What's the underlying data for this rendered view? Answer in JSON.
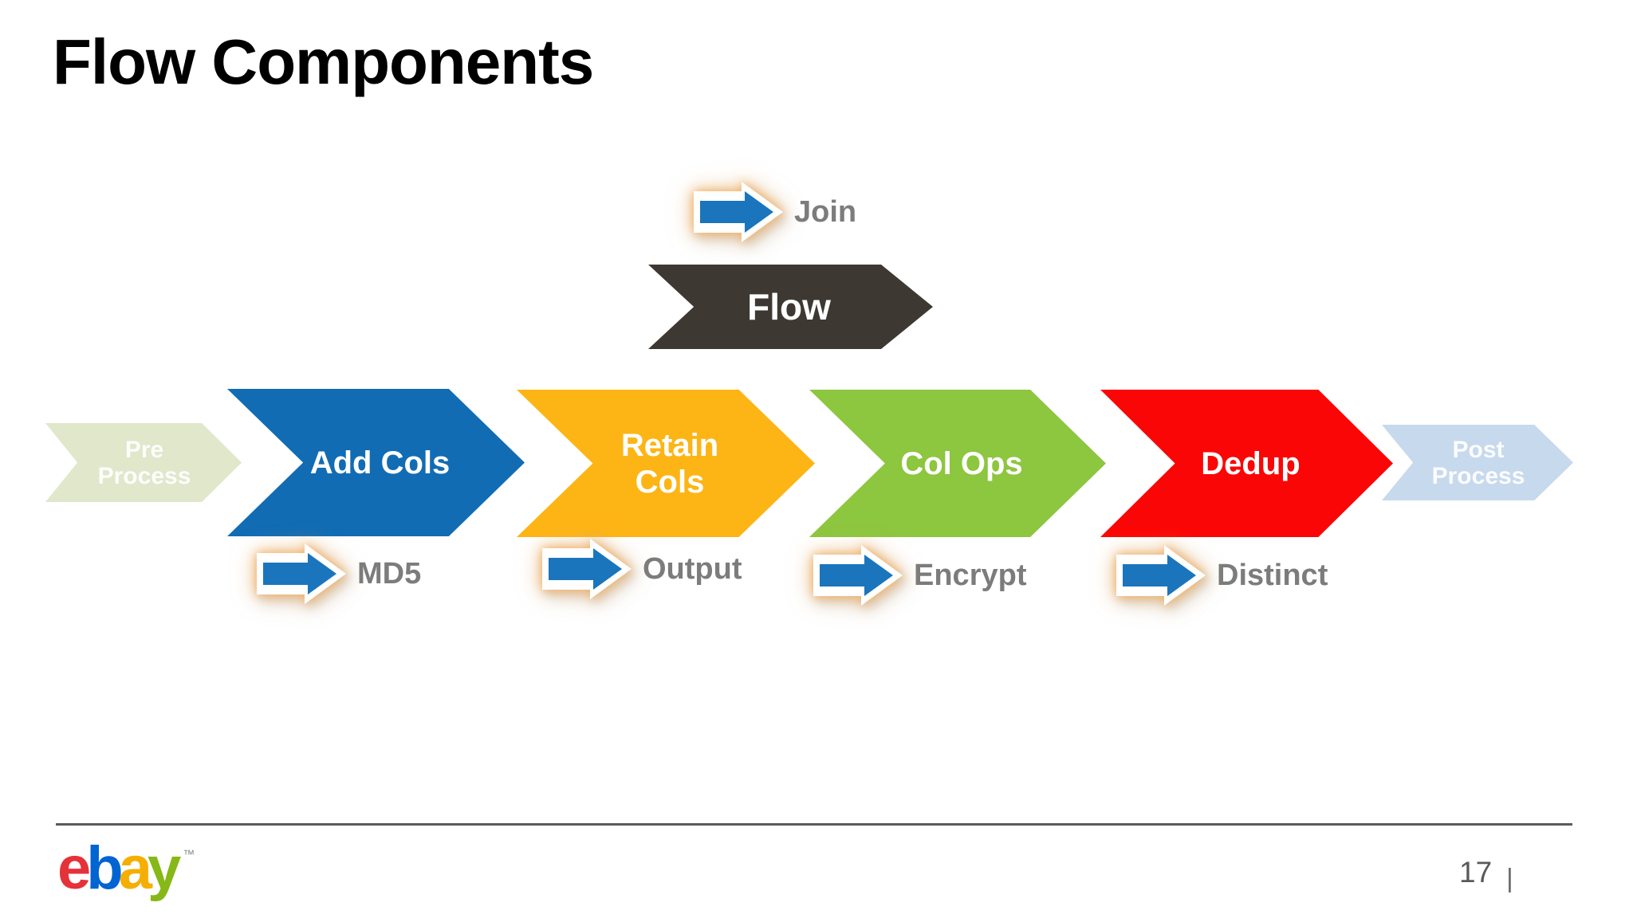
{
  "title": "Flow Components",
  "flow_header": {
    "join_label": "Join",
    "flow_label": "Flow",
    "flow_color": "#3e3833"
  },
  "stages": [
    {
      "label": "Pre Process",
      "color": "#e0e7cb"
    },
    {
      "label": "Add Cols",
      "color": "#116cb4"
    },
    {
      "label": "Retain Cols",
      "color": "#fdb515"
    },
    {
      "label": "Col Ops",
      "color": "#8dc63f"
    },
    {
      "label": "Dedup",
      "color": "#fb0606"
    },
    {
      "label": "Post Process",
      "color": "#c7d9ec"
    }
  ],
  "sub_operations": [
    {
      "label": "MD5"
    },
    {
      "label": "Output"
    },
    {
      "label": "Encrypt"
    },
    {
      "label": "Distinct"
    }
  ],
  "icon_colors": {
    "arrow_blue": "#1b75bc",
    "arrow_outline": "#ffffff",
    "arrow_glow": "#f5b061"
  },
  "footer": {
    "logo_letters": [
      {
        "char": "e",
        "color": "#e53238"
      },
      {
        "char": "b",
        "color": "#0064d2"
      },
      {
        "char": "a",
        "color": "#f5af02"
      },
      {
        "char": "y",
        "color": "#86b817"
      }
    ],
    "trademark": "™",
    "page_number": "17",
    "separator": "|"
  }
}
